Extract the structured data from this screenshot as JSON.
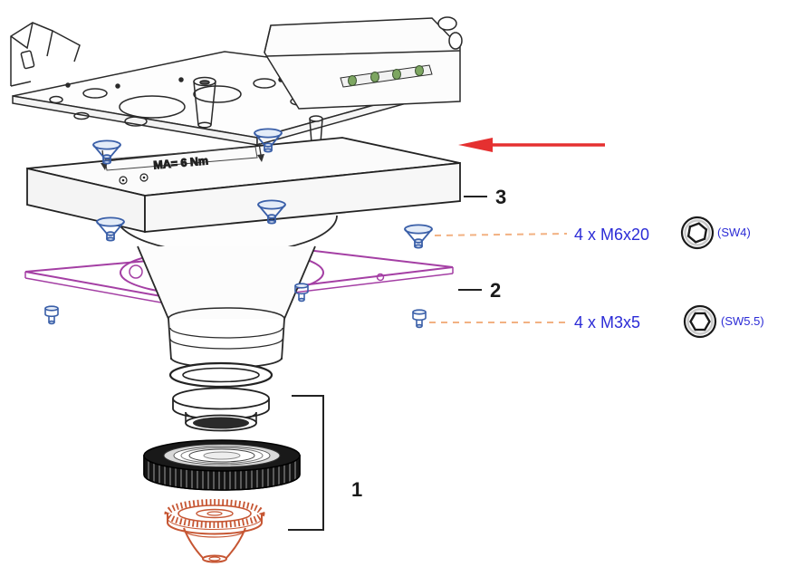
{
  "diagram": {
    "type": "exploded-assembly-diagram",
    "parts": {
      "part1_label": "1",
      "part2_label": "2",
      "part3_label": "3"
    },
    "plate_marking": "MA= 6 Nm",
    "fasteners": {
      "m6": {
        "label": "4 x M6x20",
        "wrench": "(SW4)"
      },
      "m3": {
        "label": "4 x M3x5",
        "wrench": "(SW5.5)"
      }
    },
    "colors": {
      "fastener_text": "#2b2bd6",
      "screw_outline": "#3a5fa8",
      "plate2_outline": "#a43fa4",
      "arrow": "#e53030",
      "nozzle": "#c65633",
      "leader_dash": "#f2b182",
      "line_art": "#2a2a2a",
      "green_indicator": "#7da661"
    }
  }
}
